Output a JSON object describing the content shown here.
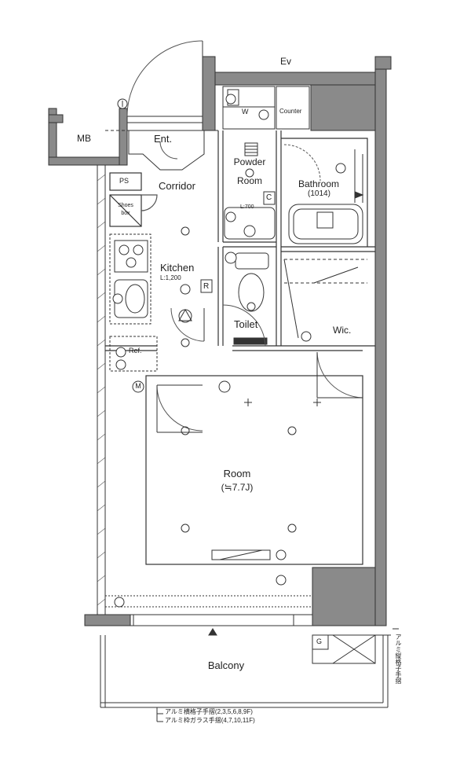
{
  "plan": {
    "ev_label": "Ev",
    "mb_label": "MB",
    "counter_label": "Counter",
    "w_label": "W",
    "ent_label": "Ent.",
    "ps_label": "PS",
    "corridor_label": "Corridor",
    "shoes_box_label_line1": "Shoes",
    "shoes_box_label_line2": "box",
    "powder_room_line1": "Powder",
    "powder_room_line2": "Room",
    "bathroom_line1": "Bathroom",
    "bathroom_line2": "(1014)",
    "c_label": "C",
    "l700_label": "L:700",
    "kitchen_line1": "Kitchen",
    "kitchen_line2": "L:1,200",
    "r_label": "R",
    "toilet_label": "Toilet",
    "wic_label": "Wic.",
    "ref_label": "Ref.",
    "m_label": "M",
    "room_label": "Room",
    "room_size": "(≒7.7J)",
    "balcony_label": "Balcony",
    "g_label": "G",
    "note_line1": "アルミ横格子手摺(2,3,5,6,8,9F)",
    "note_line2": "アルミ枠ガラス手摺(4,7,10,11F)",
    "side_note": "アルミ縦格子手摺"
  }
}
